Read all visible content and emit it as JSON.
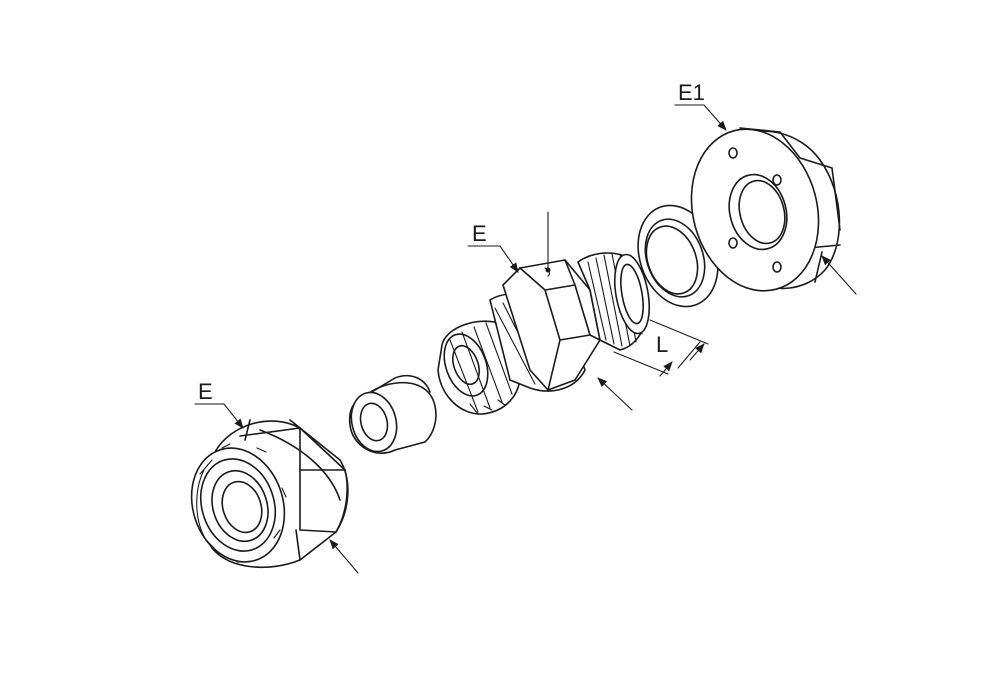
{
  "labels": {
    "cap_nut_e": "E",
    "body_hex_e": "E",
    "locknut_e1": "E1",
    "thread_length_l": "L"
  },
  "colors": {
    "line": "#1a1a1a",
    "background": "#ffffff"
  }
}
